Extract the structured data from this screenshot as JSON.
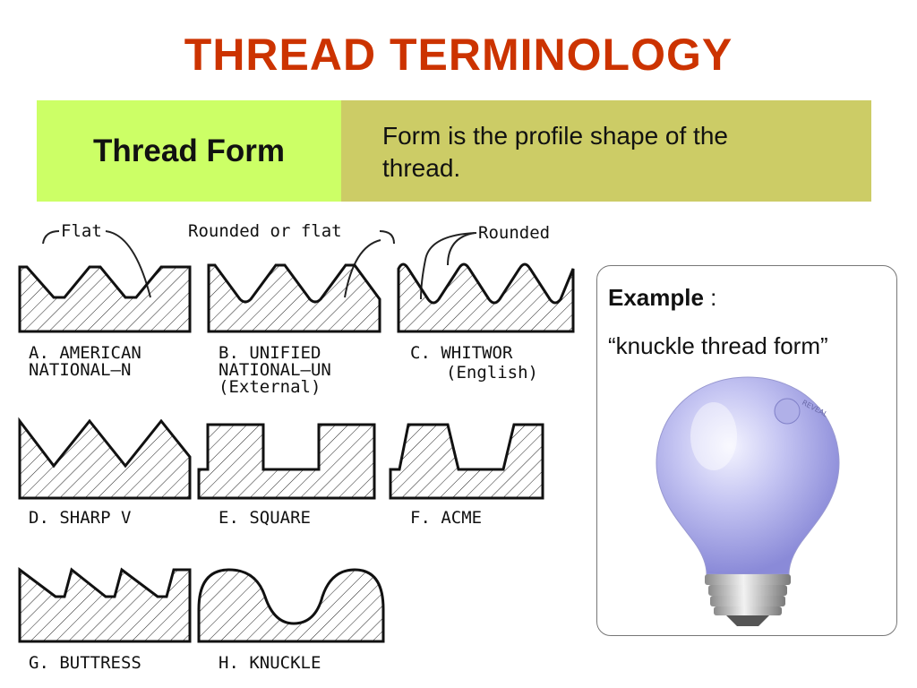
{
  "title": "THREAD  TERMINOLOGY",
  "term": {
    "label": "Thread  Form",
    "definition_line1": "Form is the profile shape of the",
    "definition_line2": "thread."
  },
  "annotations": {
    "flat": "Flat",
    "rounded_or_flat": "Rounded  or  flat",
    "rounded": "Rounded"
  },
  "thread_forms": [
    {
      "line1": "A.  AMERICAN",
      "line2": "NATIONAL—N",
      "line3": ""
    },
    {
      "line1": "B.  UNIFIED",
      "line2": "NATIONAL—UN",
      "line3": "(External)"
    },
    {
      "line1": "C.  WHITWOR",
      "line2": "(English)",
      "line3": ""
    },
    {
      "line1": "D.  SHARP  V",
      "line2": "",
      "line3": ""
    },
    {
      "line1": "E.  SQUARE",
      "line2": "",
      "line3": ""
    },
    {
      "line1": "F.  ACME",
      "line2": "",
      "line3": ""
    },
    {
      "line1": "G.  BUTTRESS",
      "line2": "",
      "line3": ""
    },
    {
      "line1": "H.  KNUCKLE",
      "line2": "",
      "line3": ""
    }
  ],
  "example": {
    "label": "Example",
    "separator": " :",
    "text": "“knuckle thread form”",
    "bulb_brand_text": "REVEAL"
  },
  "colors": {
    "title": "#cc3300",
    "term_label_bg": "#ccff66",
    "term_def_bg": "#cccc66"
  }
}
